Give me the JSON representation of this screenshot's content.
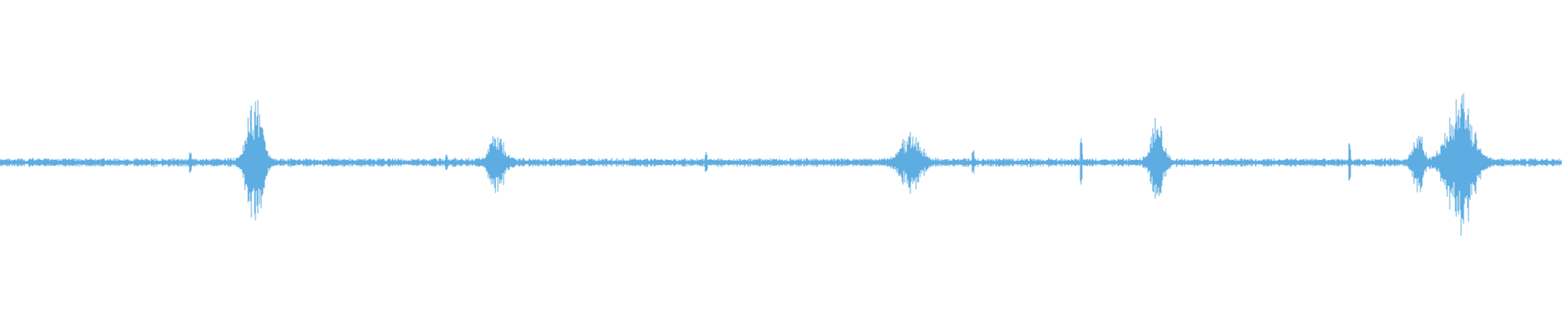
{
  "waveform": {
    "color": "#5dade2",
    "background": "#ffffff",
    "baseline_amplitude": 0.02,
    "bursts": [
      {
        "position": 0.163,
        "amplitude": 0.5,
        "spread": 0.006
      },
      {
        "position": 0.318,
        "amplitude": 0.22,
        "spread": 0.006
      },
      {
        "position": 0.583,
        "amplitude": 0.2,
        "spread": 0.008
      },
      {
        "position": 0.741,
        "amplitude": 0.3,
        "spread": 0.005
      },
      {
        "position": 0.908,
        "amplitude": 0.22,
        "spread": 0.004
      },
      {
        "position": 0.935,
        "amplitude": 0.5,
        "spread": 0.01
      }
    ],
    "spikes": [
      {
        "position": 0.122,
        "amplitude": 0.06
      },
      {
        "position": 0.286,
        "amplitude": 0.05
      },
      {
        "position": 0.452,
        "amplitude": 0.06
      },
      {
        "position": 0.623,
        "amplitude": 0.07
      },
      {
        "position": 0.692,
        "amplitude": 0.16
      },
      {
        "position": 0.864,
        "amplitude": 0.1
      }
    ]
  }
}
